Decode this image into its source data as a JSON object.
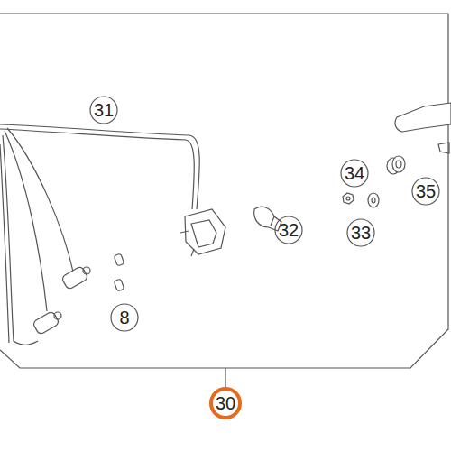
{
  "diagram": {
    "labels": [
      "31",
      "32",
      "33",
      "34",
      "35",
      "8",
      "30"
    ]
  }
}
